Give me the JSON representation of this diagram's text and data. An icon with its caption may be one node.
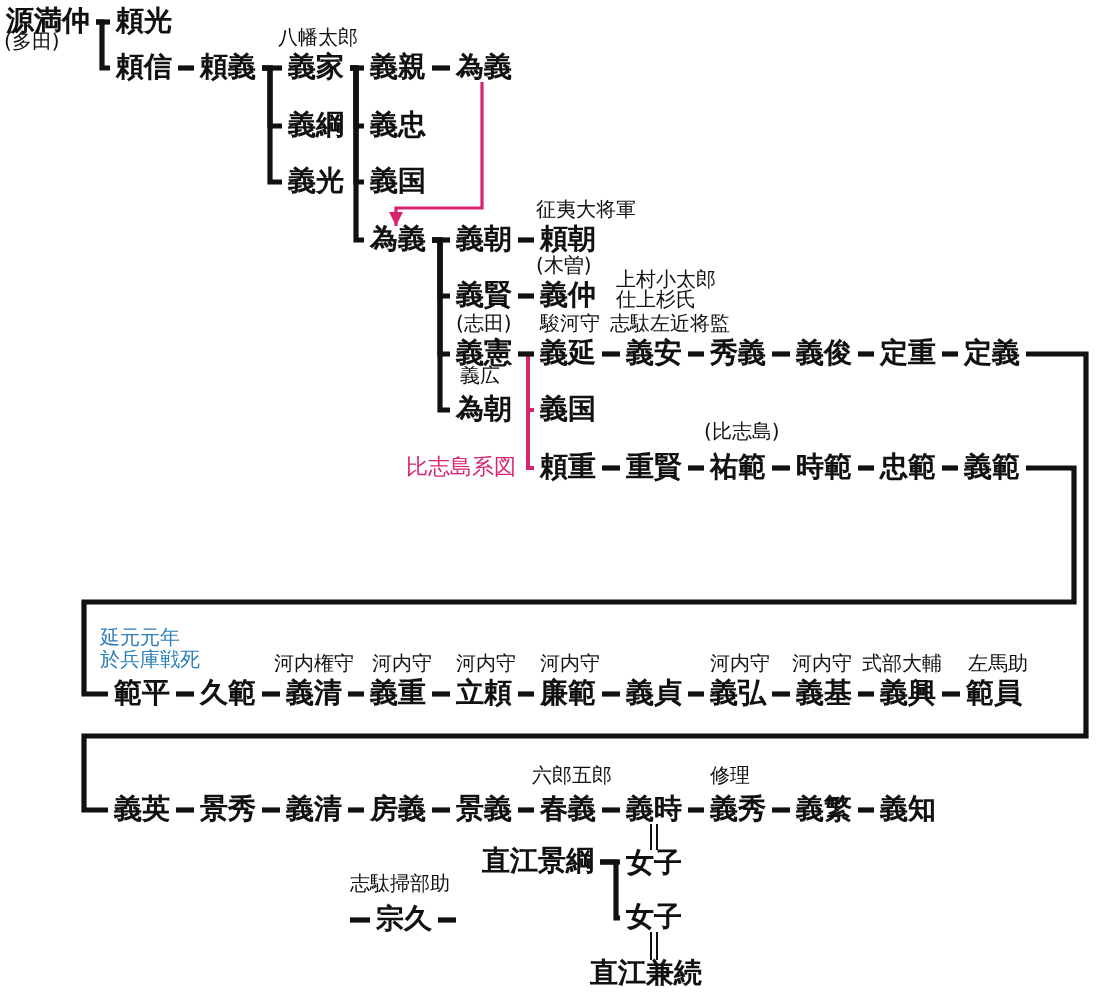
{
  "diagram": {
    "nodes": [
      {
        "text": [
          "源満仲"
        ],
        "beside": [
          "(多田)"
        ]
      },
      {
        "text": [
          "頼光"
        ]
      },
      {
        "text": [
          "頼信"
        ]
      },
      {
        "text": [
          "頼義"
        ]
      },
      {
        "text": [
          "義家"
        ],
        "beside": [
          "八幡太郎"
        ]
      },
      {
        "text": [
          "義親"
        ]
      },
      {
        "text": [
          "為義"
        ]
      },
      {
        "text": [
          "義綱"
        ]
      },
      {
        "text": [
          "義忠"
        ]
      },
      {
        "text": [
          "義光"
        ]
      },
      {
        "text": [
          "義国"
        ]
      },
      {
        "text": [
          "為義"
        ]
      },
      {
        "text": [
          "義朝"
        ]
      },
      {
        "text": [
          "頼朝"
        ],
        "beside": [
          "征夷大将軍"
        ]
      },
      {
        "text": [
          "義賢"
        ]
      },
      {
        "text": [
          "義仲"
        ],
        "beside": [
          "(木曽)"
        ]
      },
      {
        "text": [
          "義憲"
        ],
        "beside": [
          "(志田)",
          "義広"
        ]
      },
      {
        "text": [
          "義延"
        ],
        "beside": [
          "駿河守"
        ]
      },
      {
        "text": [
          "義安"
        ],
        "beside": [
          "志駄左近将監"
        ]
      },
      {
        "text": [
          "秀義"
        ]
      },
      {
        "text": [
          "義俊"
        ]
      },
      {
        "text": [
          "定重"
        ]
      },
      {
        "text": [
          "定義"
        ]
      },
      {
        "text": [
          "為朝"
        ]
      },
      {
        "text": [
          "義国"
        ]
      },
      {
        "text": [
          "頼重"
        ]
      },
      {
        "text": [
          "重賢"
        ]
      },
      {
        "text": [
          "祐範"
        ],
        "beside": [
          "(比志島)"
        ]
      },
      {
        "text": [
          "時範"
        ]
      },
      {
        "text": [
          "忠範"
        ]
      },
      {
        "text": [
          "義範"
        ]
      },
      {
        "text": [
          "範平"
        ],
        "beside": [
          "延元元年於兵庫戦死"
        ]
      },
      {
        "text": [
          "久範"
        ]
      },
      {
        "text": [
          "義清"
        ],
        "beside": [
          "河内権守"
        ]
      },
      {
        "text": [
          "義重"
        ],
        "beside": [
          "河内守"
        ]
      },
      {
        "text": [
          "立頼"
        ],
        "beside": [
          "河内守"
        ]
      },
      {
        "text": [
          "廉範"
        ],
        "beside": [
          "河内守"
        ]
      },
      {
        "text": [
          "義貞"
        ]
      },
      {
        "text": [
          "義弘"
        ],
        "beside": [
          "河内守"
        ]
      },
      {
        "text": [
          "義基"
        ],
        "beside": [
          "河内守"
        ]
      },
      {
        "text": [
          "義興"
        ],
        "beside": [
          "式部大輔"
        ]
      },
      {
        "text": [
          "範員"
        ],
        "beside": [
          "左馬助"
        ]
      },
      {
        "text": [
          "義英"
        ]
      },
      {
        "text": [
          "景秀"
        ]
      },
      {
        "text": [
          "義清"
        ]
      },
      {
        "text": [
          "房義"
        ]
      },
      {
        "text": [
          "景義"
        ]
      },
      {
        "text": [
          "春義"
        ],
        "beside": [
          "六郎五郎"
        ]
      },
      {
        "text": [
          "義時"
        ]
      },
      {
        "text": [
          "義秀"
        ],
        "beside": [
          "修理"
        ]
      },
      {
        "text": [
          "義繁"
        ]
      },
      {
        "text": [
          "義知"
        ]
      },
      {
        "text": [
          "直江景綱"
        ]
      },
      {
        "text": [
          "女子"
        ]
      },
      {
        "text": [
          "宗久"
        ],
        "beside": [
          "志駄掃部助"
        ]
      },
      {
        "text": [
          "女子"
        ]
      },
      {
        "text": [
          "直江兼続"
        ]
      }
    ],
    "edges": [
      {
        "from": 0,
        "to": 1,
        "arrow": "none"
      },
      {
        "from": 0,
        "to": 2,
        "arrow": "none"
      },
      {
        "from": 2,
        "to": 3,
        "arrow": "none"
      },
      {
        "from": 3,
        "to": 4,
        "arrow": "none"
      },
      {
        "from": 3,
        "to": 7,
        "arrow": "none"
      },
      {
        "from": 3,
        "to": 9,
        "arrow": "none"
      },
      {
        "from": 4,
        "to": 5,
        "arrow": "none"
      },
      {
        "from": 4,
        "to": 8,
        "arrow": "none"
      },
      {
        "from": 4,
        "to": 10,
        "arrow": "none"
      },
      {
        "from": 4,
        "to": 11,
        "arrow": "none"
      },
      {
        "from": 5,
        "to": 6,
        "arrow": "none"
      },
      {
        "from": 6,
        "to": 11,
        "arrow": "to",
        "color": "#d6246e"
      },
      {
        "from": 11,
        "to": 12,
        "arrow": "none"
      },
      {
        "from": 11,
        "to": 14,
        "arrow": "none"
      },
      {
        "from": 11,
        "to": 16,
        "arrow": "none"
      },
      {
        "from": 11,
        "to": 23,
        "arrow": "none"
      },
      {
        "from": 12,
        "to": 13,
        "arrow": "none"
      },
      {
        "from": 14,
        "to": 15,
        "arrow": "none"
      },
      {
        "from": 16,
        "to": 17,
        "arrow": "none"
      },
      {
        "from": 16,
        "to": 24,
        "arrow": "none",
        "color": "#d6246e"
      },
      {
        "from": 16,
        "to": 25,
        "arrow": "none",
        "color": "#d6246e"
      },
      {
        "from": 17,
        "to": 18,
        "arrow": "none"
      },
      {
        "from": 18,
        "to": 19,
        "arrow": "none"
      },
      {
        "from": 19,
        "to": 20,
        "arrow": "none"
      },
      {
        "from": 20,
        "to": 21,
        "arrow": "none"
      },
      {
        "from": 21,
        "to": 22,
        "arrow": "none"
      },
      {
        "from": 25,
        "to": 26,
        "arrow": "none"
      },
      {
        "from": 26,
        "to": 27,
        "arrow": "none"
      },
      {
        "from": 27,
        "to": 28,
        "arrow": "none"
      },
      {
        "from": 28,
        "to": 29,
        "arrow": "none"
      },
      {
        "from": 29,
        "to": 30,
        "arrow": "none"
      },
      {
        "from": 30,
        "to": 31,
        "arrow": "none"
      },
      {
        "from": 22,
        "to": 42,
        "arrow": "none"
      },
      {
        "from": 31,
        "to": 32,
        "arrow": "none"
      },
      {
        "from": 32,
        "to": 33,
        "arrow": "none"
      },
      {
        "from": 33,
        "to": 34,
        "arrow": "none"
      },
      {
        "from": 34,
        "to": 35,
        "arrow": "none"
      },
      {
        "from": 35,
        "to": 36,
        "arrow": "none"
      },
      {
        "from": 36,
        "to": 37,
        "arrow": "none"
      },
      {
        "from": 37,
        "to": 38,
        "arrow": "none"
      },
      {
        "from": 38,
        "to": 39,
        "arrow": "none"
      },
      {
        "from": 39,
        "to": 40,
        "arrow": "none"
      },
      {
        "from": 40,
        "to": 41,
        "arrow": "none"
      },
      {
        "from": 42,
        "to": 43,
        "arrow": "none"
      },
      {
        "from": 43,
        "to": 44,
        "arrow": "none"
      },
      {
        "from": 44,
        "to": 45,
        "arrow": "none"
      },
      {
        "from": 45,
        "to": 46,
        "arrow": "none"
      },
      {
        "from": 46,
        "to": 47,
        "arrow": "none"
      },
      {
        "from": 47,
        "to": 48,
        "arrow": "none"
      },
      {
        "from": 48,
        "to": 49,
        "arrow": "none"
      },
      {
        "from": 49,
        "to": 50,
        "arrow": "none"
      },
      {
        "from": 50,
        "to": 51,
        "arrow": "none"
      },
      {
        "from": 48,
        "to": 53,
        "arrow": "none"
      },
      {
        "from": 52,
        "to": 53,
        "arrow": "none"
      },
      {
        "from": 52,
        "to": 55,
        "arrow": "none"
      },
      {
        "from": 55,
        "to": 56,
        "arrow": "none"
      },
      {
        "from": null,
        "to": 54,
        "arrow": "none"
      },
      {
        "from": 54,
        "to": null,
        "arrow": "none"
      }
    ],
    "labels": [
      "上村小太郎仕上杉氏",
      "比志島系図"
    ]
  }
}
